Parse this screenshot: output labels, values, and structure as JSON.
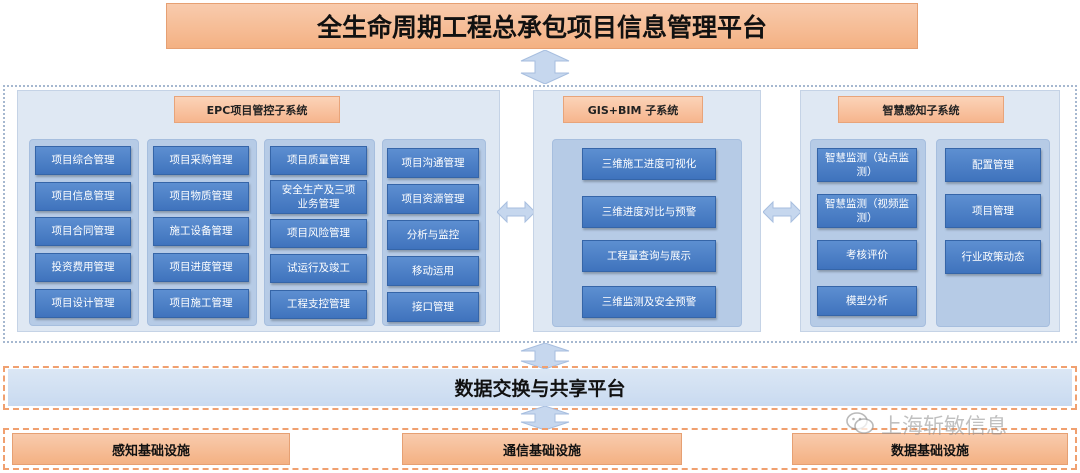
{
  "title": "全生命周期工程总承包项目信息管理平台",
  "epc": {
    "title": "EPC项目管控子系统",
    "columns": [
      [
        "项目综合管理",
        "项目信息管理",
        "项目合同管理",
        "投资费用管理",
        "项目设计管理"
      ],
      [
        "项目采购管理",
        "项目物质管理",
        "施工设备管理",
        "项目进度管理",
        "项目施工管理"
      ],
      [
        "项目质量管理",
        "安全生产及三项业务管理",
        "项目风险管理",
        "试运行及竣工",
        "工程支控管理"
      ],
      [
        "项目沟通管理",
        "项目资源管理",
        "分析与监控",
        "移动运用",
        "接口管理"
      ]
    ]
  },
  "gis": {
    "title": "GIS+BIM 子系统",
    "items": [
      "三维施工进度可视化",
      "三维进度对比与预警",
      "工程量查询与展示",
      "三维监测及安全预警"
    ]
  },
  "smart": {
    "title": "智慧感知子系统",
    "left": [
      "智慧监测（站点监测）",
      "智慧监测（视频监测）",
      "考核评价",
      "模型分析"
    ],
    "right": [
      "配置管理",
      "项目管理",
      "行业政策动态"
    ]
  },
  "data_exchange": "数据交换与共享平台",
  "infra": [
    "感知基础设施",
    "通信基础设施",
    "数据基础设施"
  ],
  "watermark": "上海斩敏信息",
  "colors": {
    "title_fill": "#f4b183",
    "module_fill": "#4a7fc6",
    "column_fill": "#b6cbe6",
    "panel_fill": "#dfe8f3",
    "arrow_fill": "#c6d7ee",
    "dash_border": "#f0a070"
  }
}
